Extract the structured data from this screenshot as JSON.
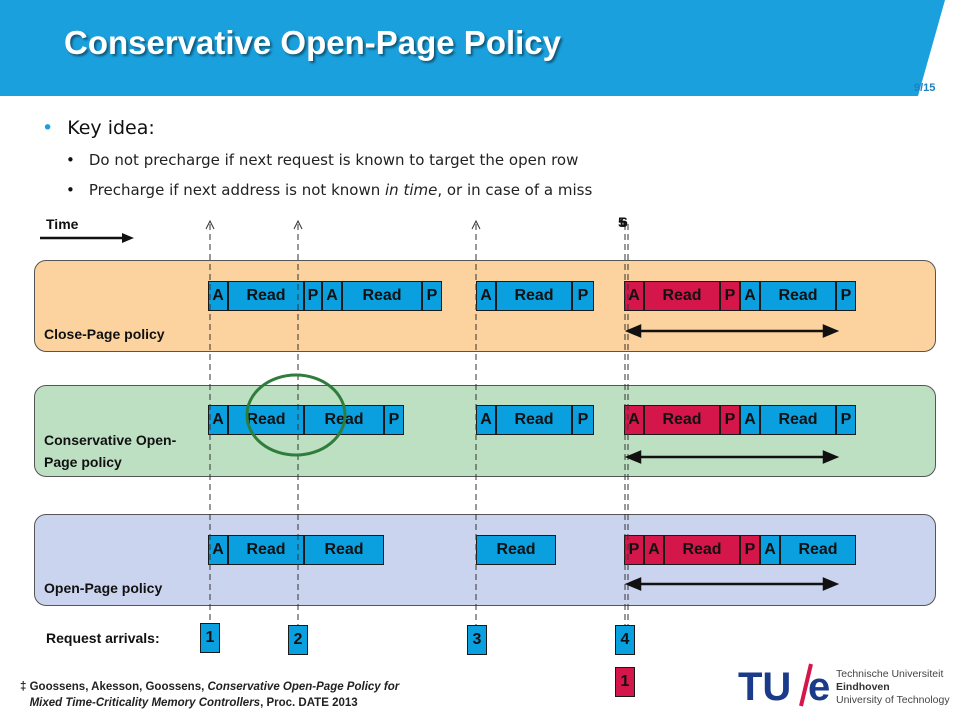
{
  "header": {
    "title": "Conservative Open-Page Policy",
    "page": "9/15",
    "color": "#1aa0dc"
  },
  "bullets": {
    "main": "Key idea:",
    "sub": [
      "Do not precharge if next request is known to target the open row",
      "Precharge if next address is not known ",
      "in time",
      ", or in case of a miss"
    ]
  },
  "time_label": "Time",
  "marker_labels": [
    "5",
    "6"
  ],
  "policies": [
    {
      "label_lines": [
        "Close-Page policy"
      ],
      "bg": "#fcd39e",
      "cells": [
        {
          "t": "A",
          "c": "blue"
        },
        {
          "t": "Read",
          "c": "blue"
        },
        {
          "t": "P",
          "c": "blue"
        },
        {
          "t": "A",
          "c": "blue"
        },
        {
          "t": "Read",
          "c": "blue"
        },
        {
          "t": "P",
          "c": "blue"
        },
        {
          "t": "A",
          "c": "blue"
        },
        {
          "t": "Read",
          "c": "blue"
        },
        {
          "t": "P",
          "c": "blue"
        },
        {
          "t": "A",
          "c": "red"
        },
        {
          "t": "Read",
          "c": "red"
        },
        {
          "t": "P",
          "c": "red"
        },
        {
          "t": "A",
          "c": "blue"
        },
        {
          "t": "Read",
          "c": "blue"
        },
        {
          "t": "P",
          "c": "blue"
        }
      ]
    },
    {
      "label_lines": [
        "Conservative Open-",
        "Page policy"
      ],
      "bg": "#bde0c2",
      "cells": [
        {
          "t": "A",
          "c": "blue"
        },
        {
          "t": "Read",
          "c": "blue"
        },
        {
          "t": "Read",
          "c": "blue"
        },
        {
          "t": "P",
          "c": "blue"
        },
        {
          "t": "A",
          "c": "blue"
        },
        {
          "t": "Read",
          "c": "blue"
        },
        {
          "t": "P",
          "c": "blue"
        },
        {
          "t": "A",
          "c": "red"
        },
        {
          "t": "Read",
          "c": "red"
        },
        {
          "t": "P",
          "c": "red"
        },
        {
          "t": "A",
          "c": "blue"
        },
        {
          "t": "Read",
          "c": "blue"
        },
        {
          "t": "P",
          "c": "blue"
        }
      ]
    },
    {
      "label_lines": [
        "Open-Page policy"
      ],
      "bg": "#cbd4ee",
      "cells": [
        {
          "t": "A",
          "c": "blue"
        },
        {
          "t": "Read",
          "c": "blue"
        },
        {
          "t": "Read",
          "c": "blue"
        },
        {
          "t": "Read",
          "c": "blue"
        },
        {
          "t": "P",
          "c": "red"
        },
        {
          "t": "A",
          "c": "red"
        },
        {
          "t": "Read",
          "c": "red"
        },
        {
          "t": "P",
          "c": "red"
        },
        {
          "t": "A",
          "c": "blue"
        },
        {
          "t": "Read",
          "c": "blue"
        }
      ]
    }
  ],
  "arrivals": {
    "label": "Request arrivals:",
    "items": [
      "1",
      "2",
      "3",
      "4"
    ],
    "extra": "1"
  },
  "colors": {
    "blue": "#0aa0e0",
    "red": "#d4164a",
    "circle": "#2e7d3c"
  },
  "footnote": {
    "mark": "‡ ",
    "authors": "Goossens, Akesson, Goossens, ",
    "title1": "Conservative Open-Page Policy for",
    "title2": "Mixed Time-Criticality Memory Controllers",
    "venue": ", Proc. DATE 2013"
  },
  "logo": {
    "text_tu": "TU",
    "text_e": "e",
    "lines": [
      "Technische Universiteit",
      "Eindhoven",
      "University of Technology"
    ]
  }
}
